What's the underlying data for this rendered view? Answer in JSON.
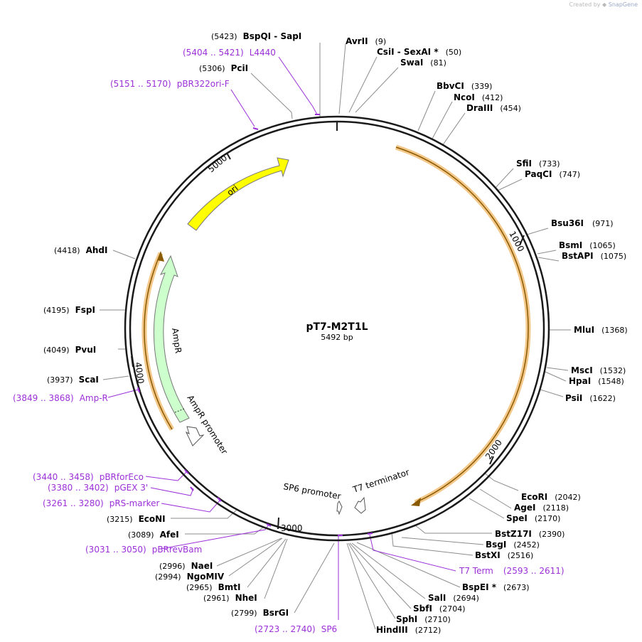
{
  "attribution": {
    "created_by": "Created by",
    "brand": "SnapGene"
  },
  "plasmid": {
    "name": "pT7-M2T1L",
    "size": "5492 bp"
  },
  "colors": {
    "backbone": "#1a1a1a",
    "ori": "#ffff00",
    "ampr": "#ccffcc",
    "orf": "#e9a33c",
    "primer": "#9b30d9"
  },
  "ticks": [
    "1000",
    "2000",
    "3000",
    "4000",
    "5000"
  ],
  "features": {
    "ori": "ori",
    "ampr": "AmpR",
    "ampr_promoter": "AmpR promoter",
    "sp6_promoter": "SP6 promoter",
    "t7_terminator": "T7 terminator"
  },
  "enzymes": [
    {
      "id": "bspqi",
      "name": "BspQI",
      "suffix": " - SapI",
      "pos": "(5423)"
    },
    {
      "id": "pcii",
      "name": "PciI",
      "pos": "(5306)"
    },
    {
      "id": "avrii",
      "name": "AvrII",
      "pos": "(9)"
    },
    {
      "id": "csii",
      "name": "CsiI",
      "suffix": " - SexAI *",
      "pos": "(50)"
    },
    {
      "id": "swai",
      "name": "SwaI",
      "pos": "(81)"
    },
    {
      "id": "bbvci",
      "name": "BbvCI",
      "pos": "(339)"
    },
    {
      "id": "ncoi",
      "name": "NcoI",
      "pos": "(412)"
    },
    {
      "id": "draiii",
      "name": "DraIII",
      "pos": "(454)"
    },
    {
      "id": "sfii",
      "name": "SfiI",
      "pos": "(733)"
    },
    {
      "id": "paqci",
      "name": "PaqCI",
      "pos": "(747)"
    },
    {
      "id": "bsu36i",
      "name": "Bsu36I",
      "pos": "(971)"
    },
    {
      "id": "bsmi",
      "name": "BsmI",
      "pos": "(1065)"
    },
    {
      "id": "bstapi",
      "name": "BstAPI",
      "pos": "(1075)"
    },
    {
      "id": "mlui",
      "name": "MluI",
      "pos": "(1368)"
    },
    {
      "id": "msci",
      "name": "MscI",
      "pos": "(1532)"
    },
    {
      "id": "hpai",
      "name": "HpaI",
      "pos": "(1548)"
    },
    {
      "id": "psti",
      "name": "PsiI",
      "pos": "(1622)"
    },
    {
      "id": "ecori",
      "name": "EcoRI",
      "pos": "(2042)"
    },
    {
      "id": "agei",
      "name": "AgeI",
      "pos": "(2118)"
    },
    {
      "id": "spei",
      "name": "SpeI",
      "pos": "(2170)"
    },
    {
      "id": "bstz17i",
      "name": "BstZ17I",
      "pos": "(2390)"
    },
    {
      "id": "bsgi",
      "name": "BsgI",
      "pos": "(2452)"
    },
    {
      "id": "bstxi",
      "name": "BstXI",
      "pos": "(2516)"
    },
    {
      "id": "bspei",
      "name": "BspEI *",
      "pos": "(2673)"
    },
    {
      "id": "sali",
      "name": "SalI",
      "pos": "(2694)"
    },
    {
      "id": "sbfi",
      "name": "SbfI",
      "pos": "(2704)"
    },
    {
      "id": "sphi",
      "name": "SphI",
      "pos": "(2710)"
    },
    {
      "id": "hindiii",
      "name": "HindIII",
      "pos": "(2712)"
    },
    {
      "id": "bsrgi",
      "name": "BsrGI",
      "pos": "(2799)"
    },
    {
      "id": "nhei",
      "name": "NheI",
      "pos": "(2961)"
    },
    {
      "id": "bmti",
      "name": "BmtI",
      "pos": "(2965)"
    },
    {
      "id": "ngomiv",
      "name": "NgoMIV",
      "pos": "(2994)"
    },
    {
      "id": "naei",
      "name": "NaeI",
      "pos": "(2996)"
    },
    {
      "id": "afei",
      "name": "AfeI",
      "pos": "(3089)"
    },
    {
      "id": "econi",
      "name": "EcoNI",
      "pos": "(3215)"
    },
    {
      "id": "scai",
      "name": "ScaI",
      "pos": "(3937)"
    },
    {
      "id": "pvui",
      "name": "PvuI",
      "pos": "(4049)"
    },
    {
      "id": "fspi",
      "name": "FspI",
      "pos": "(4195)"
    },
    {
      "id": "ahdi",
      "name": "AhdI",
      "pos": "(4418)"
    }
  ],
  "primers": [
    {
      "id": "l4440",
      "range": "(5404 .. 5421)",
      "name": "L4440"
    },
    {
      "id": "pbr322ori",
      "range": "(5151 .. 5170)",
      "name": "pBR322ori-F"
    },
    {
      "id": "t7term",
      "name": "T7 Term",
      "range": "(2593 .. 2611)"
    },
    {
      "id": "sp6",
      "range": "(2723 .. 2740)",
      "name": "SP6"
    },
    {
      "id": "pbrrevbam",
      "range": "(3031 .. 3050)",
      "name": "pBRrevBam"
    },
    {
      "id": "prsmarker",
      "range": "(3261 .. 3280)",
      "name": "pRS-marker"
    },
    {
      "id": "pgex3",
      "range": "(3380 .. 3402)",
      "name": "pGEX 3'"
    },
    {
      "id": "pbrforeco",
      "range": "(3440 .. 3458)",
      "name": "pBRforEco"
    },
    {
      "id": "ampr_primer",
      "range": "(3849 .. 3868)",
      "name": "Amp-R"
    }
  ]
}
